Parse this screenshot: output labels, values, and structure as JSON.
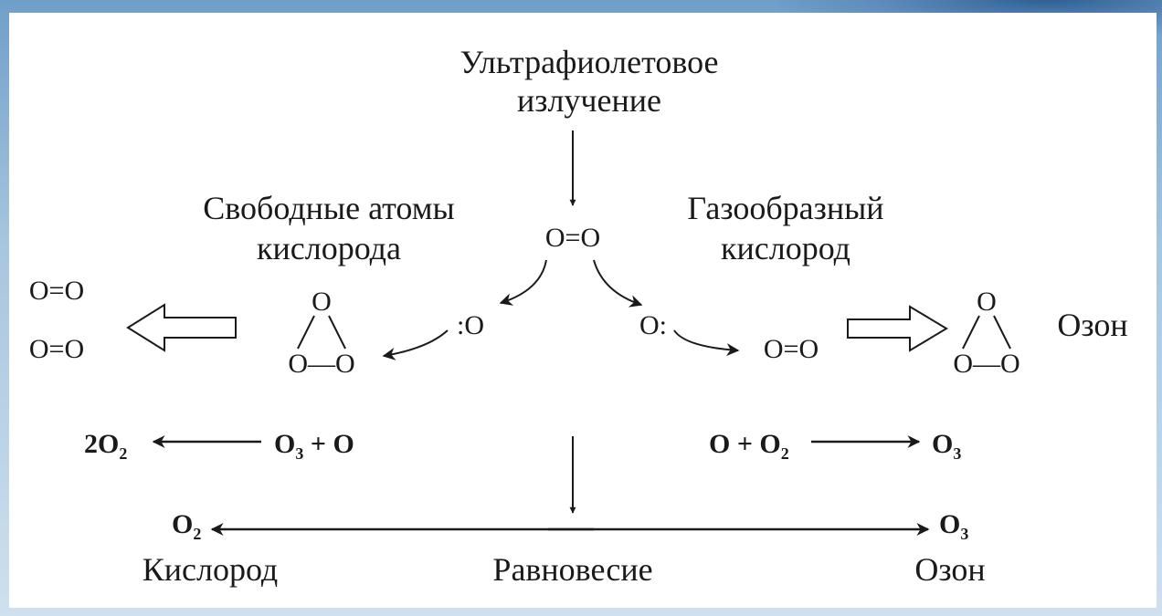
{
  "colors": {
    "ink": "#1a1a1a",
    "background_top": "#6f9fc9",
    "panel": "#ffffff"
  },
  "uv": {
    "line1": "Ультрафиолетовое",
    "line2": "излучение"
  },
  "free_atoms": {
    "line1": "Свободные атомы",
    "line2": "кислорода"
  },
  "gas_oxygen": {
    "line1": "Газообразный",
    "line2": "кислород"
  },
  "o2_center": "O=O",
  "radical_left": ":O",
  "radical_right": "O:",
  "left_o2_top": "O=O",
  "left_o2_bottom": "O=O",
  "ozone_left": {
    "top_o": "O",
    "bottom": "O—O"
  },
  "o2_right": "O=O",
  "ozone_right": {
    "top_o": "O",
    "bottom": "O—O"
  },
  "ozone_label": "Озон",
  "eq_left": {
    "product": "2O",
    "product_sub": "2",
    "reactants": "O",
    "reactants_sub": "3",
    "reactants_rest": " + O"
  },
  "eq_right": {
    "reactants": "O + O",
    "reactants_sub": "2",
    "product": "O",
    "product_sub": "3"
  },
  "bottom": {
    "o2": "O",
    "o2_sub": "2",
    "o3": "O",
    "o3_sub": "3",
    "oxygen_label": "Кислород",
    "equilibrium_label": "Равновесие",
    "ozone_label": "Озон"
  }
}
